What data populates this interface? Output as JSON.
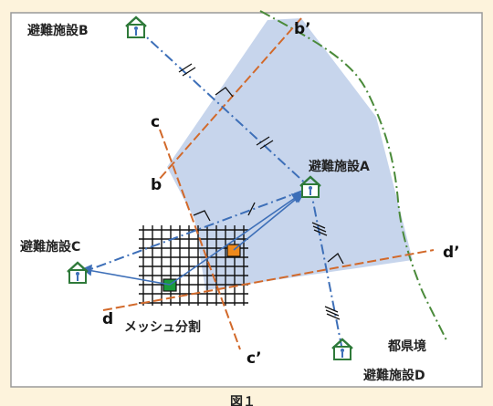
{
  "facilities": {
    "a": "避難施設A",
    "b": "避難施設B",
    "c": "避難施設C",
    "d": "避難施設D"
  },
  "boundary_label": "都県境",
  "mesh_label": "メッシュ分割",
  "line_letters": {
    "b": "b",
    "b_prime": "b’",
    "c": "c",
    "c_prime": "c’",
    "d": "d",
    "d_prime": "d’"
  },
  "caption": "図１",
  "colors": {
    "background": "#fdf3dc",
    "panel": "#ffffff",
    "region_fill": "#c7d5ec",
    "bisector": "#d2692a",
    "boundary": "#4a8a3a",
    "link": "#3d6fb8",
    "facility_icon": "#2f7a3a",
    "mesh_cell_orange": "#f08a1c",
    "mesh_cell_green": "#1a9a3a"
  }
}
